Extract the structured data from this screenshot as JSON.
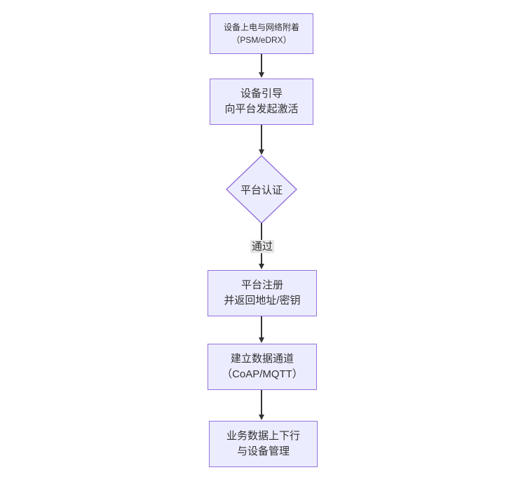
{
  "diagram": {
    "type": "flowchart",
    "direction": "top-down",
    "colors": {
      "node_fill": "#ECECFF",
      "node_border": "#9370DB",
      "edge_line": "#333333",
      "edge_label_bg": "#e8e8e8",
      "text": "#333333",
      "background": "#ffffff"
    },
    "nodes": [
      {
        "id": "power-attach",
        "shape": "rect",
        "lines": [
          "设备上电与网络附着",
          "（PSM/eDRX）"
        ]
      },
      {
        "id": "bootstrap",
        "shape": "rect",
        "lines": [
          "设备引导",
          "向平台发起激活"
        ]
      },
      {
        "id": "platform-auth",
        "shape": "diamond",
        "lines": [
          "平台认证"
        ]
      },
      {
        "id": "register",
        "shape": "rect",
        "lines": [
          "平台注册",
          "并返回地址/密钥"
        ]
      },
      {
        "id": "data-channel",
        "shape": "rect",
        "lines": [
          "建立数据通道",
          "（CoAP/MQTT）"
        ]
      },
      {
        "id": "business",
        "shape": "rect",
        "lines": [
          "业务数据上下行",
          "与设备管理"
        ]
      }
    ],
    "edges": [
      {
        "from": "power-attach",
        "to": "bootstrap",
        "label": ""
      },
      {
        "from": "bootstrap",
        "to": "platform-auth",
        "label": ""
      },
      {
        "from": "platform-auth",
        "to": "register",
        "label": "通过"
      },
      {
        "from": "register",
        "to": "data-channel",
        "label": ""
      },
      {
        "from": "data-channel",
        "to": "business",
        "label": ""
      }
    ]
  }
}
